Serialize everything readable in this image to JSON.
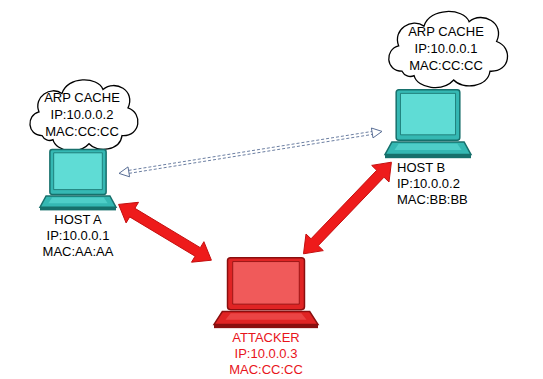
{
  "diagram": {
    "nodes": [
      {
        "text": [
          "ARP CACHE",
          "IP:10.0.0.2",
          "MAC:CC:CC"
        ]
      },
      {
        "text": [
          "HOST A",
          "IP:10.0.0.1",
          "MAC:AA:AA"
        ]
      },
      {
        "text": [
          "ARP CACHE",
          "IP:10.0.0.1",
          "MAC:CC:CC"
        ]
      },
      {
        "text": [
          "HOST B",
          "IP:10.0.0.2",
          "MAC:BB:BB"
        ]
      },
      {
        "text": [
          "ATTACKER",
          "IP:10.0.0.3",
          "MAC:CC:CC"
        ]
      }
    ],
    "edges": [
      {
        "from": 1,
        "to": 3,
        "arrow": "both"
      },
      {
        "from": 1,
        "to": 4,
        "arrow": "both"
      },
      {
        "from": 4,
        "to": 3,
        "arrow": "both"
      }
    ]
  }
}
